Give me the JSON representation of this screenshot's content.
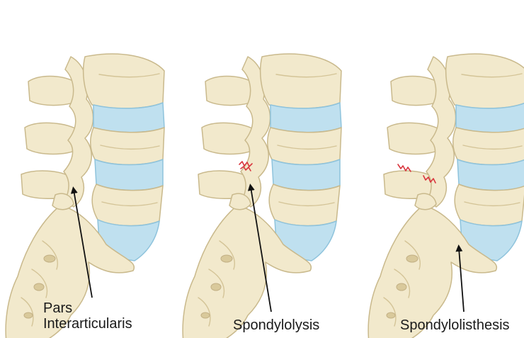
{
  "labels": {
    "pars_line1": "Pars",
    "pars_line2": "Interarticularis",
    "spondylolysis": "Spondylolysis",
    "spondylolisthesis": "Spondylolisthesis"
  },
  "colors": {
    "bone": "#f2e9cc",
    "bone_outline": "#c9b98c",
    "bone_shadow": "#e3d6ad",
    "disc": "#bfe0ef",
    "disc_outline": "#8ec3dc",
    "fracture": "#d9363e",
    "arrow": "#111111",
    "background": "#ffffff"
  }
}
